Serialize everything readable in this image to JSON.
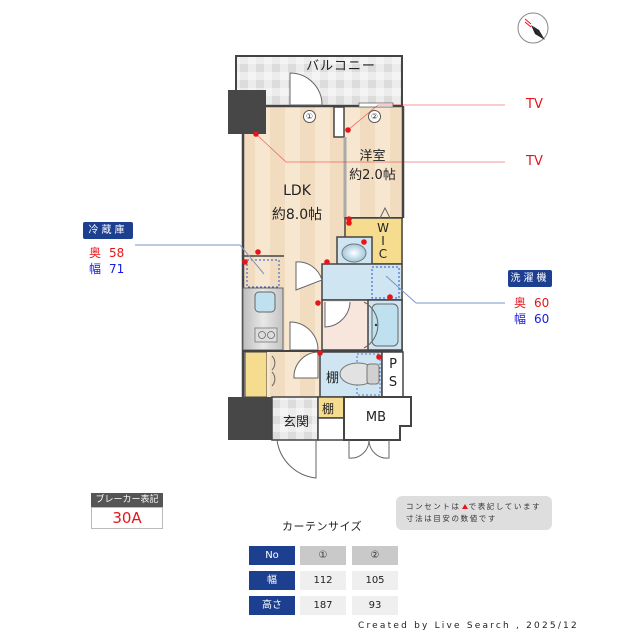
{
  "compass": {
    "direction": "N",
    "icon": "compass-icon"
  },
  "rooms": {
    "balcony": "バルコニー",
    "western_room": {
      "name": "洋室",
      "size": "約2.0帖"
    },
    "ldk": {
      "name": "LDK",
      "size": "約8.0帖"
    },
    "wic": [
      "W",
      "I",
      "C"
    ],
    "shelf_toilet": "棚",
    "shelf_entrance": "棚",
    "ps": [
      "P",
      "S"
    ],
    "entrance": "玄関",
    "mb": "MB"
  },
  "window_markers": [
    "①",
    "②"
  ],
  "tv_labels": [
    "TV",
    "TV"
  ],
  "fridge": {
    "title": "冷蔵庫",
    "depth_label": "奥",
    "depth": "58",
    "width_label": "幅",
    "width": "71"
  },
  "washer": {
    "title": "洗濯機",
    "depth_label": "奥",
    "depth": "60",
    "width_label": "幅",
    "width": "60"
  },
  "breaker": {
    "title": "ブレーカー表記",
    "value": "30A"
  },
  "note": {
    "line1_a": "コンセントは",
    "line1_b": "で表記しています",
    "line2": "寸法は目安の数値です"
  },
  "curtain": {
    "title": "カーテンサイズ",
    "headers": [
      "No",
      "①",
      "②"
    ],
    "rows": [
      {
        "label": "幅",
        "values": [
          "112",
          "105"
        ]
      },
      {
        "label": "高さ",
        "values": [
          "187",
          "93"
        ]
      }
    ]
  },
  "credit": "Created by Live Search , 2025/12",
  "colors": {
    "accent_blue": "#1d3f8f",
    "outlet_red": "#e8141b",
    "floor_wood": "#f5e4cc",
    "wet_area": "#cfe6f2",
    "closet": "#f6dc8e",
    "pillar": "#474747"
  }
}
